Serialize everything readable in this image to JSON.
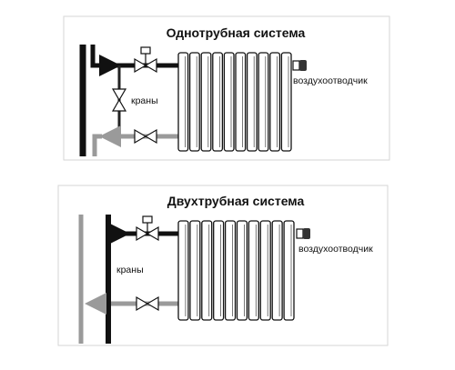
{
  "diagrams": [
    {
      "title": "Однотрубная система",
      "labels": {
        "valves": "краны",
        "air_vent": "воздухоотводчик"
      },
      "radiator_sections": 10
    },
    {
      "title": "Двухтрубная система",
      "labels": {
        "valves": "краны",
        "air_vent": "воздухоотводчик"
      },
      "radiator_sections": 10
    }
  ],
  "colors": {
    "supply_pipe": "#111111",
    "return_pipe": "#9a9a9a",
    "panel_border": "#d6d6d6"
  }
}
